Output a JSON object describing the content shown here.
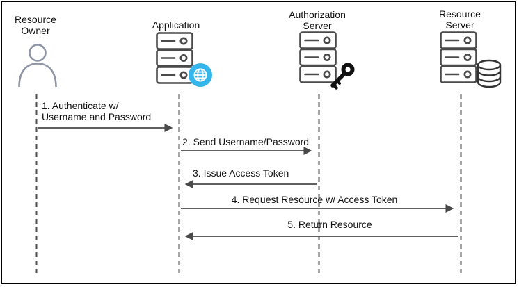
{
  "diagram": {
    "type": "sequence-diagram",
    "subject": "OAuth password-grant flow",
    "actors": [
      {
        "label": "Resource\nOwner",
        "icon": "person-icon"
      },
      {
        "label": "Application",
        "icon": "server-icon",
        "badge_icon": "globe-icon"
      },
      {
        "label": "Authorization\nServer",
        "icon": "server-icon",
        "badge_icon": "key-icon"
      },
      {
        "label": "Resource\nServer",
        "icon": "server-icon",
        "badge_icon": "database-icon"
      }
    ],
    "messages": [
      {
        "label": "1. Authenticate w/\nUsername and Password",
        "from": "Resource Owner",
        "to": "Application",
        "direction": "right"
      },
      {
        "label": "2. Send Username/Password",
        "from": "Application",
        "to": "Authorization Server",
        "direction": "right"
      },
      {
        "label": "3. Issue Access Token",
        "from": "Authorization Server",
        "to": "Application",
        "direction": "left"
      },
      {
        "label": "4. Request Resource w/ Access Token",
        "from": "Application",
        "to": "Resource Server",
        "direction": "right"
      },
      {
        "label": "5. Return Resource",
        "from": "Resource Server",
        "to": "Application",
        "direction": "left"
      }
    ],
    "colors": {
      "background": "#ffffff",
      "border": "#000000",
      "text": "#111111",
      "arrow": "#4a4a4a",
      "lifeline": "#4f4f4f",
      "person_stroke": "#8e95a4",
      "server_stroke": "#4a4a4a",
      "globe_fill": "#35b5ea",
      "key_fill": "#111111",
      "database_stroke": "#333333"
    }
  }
}
